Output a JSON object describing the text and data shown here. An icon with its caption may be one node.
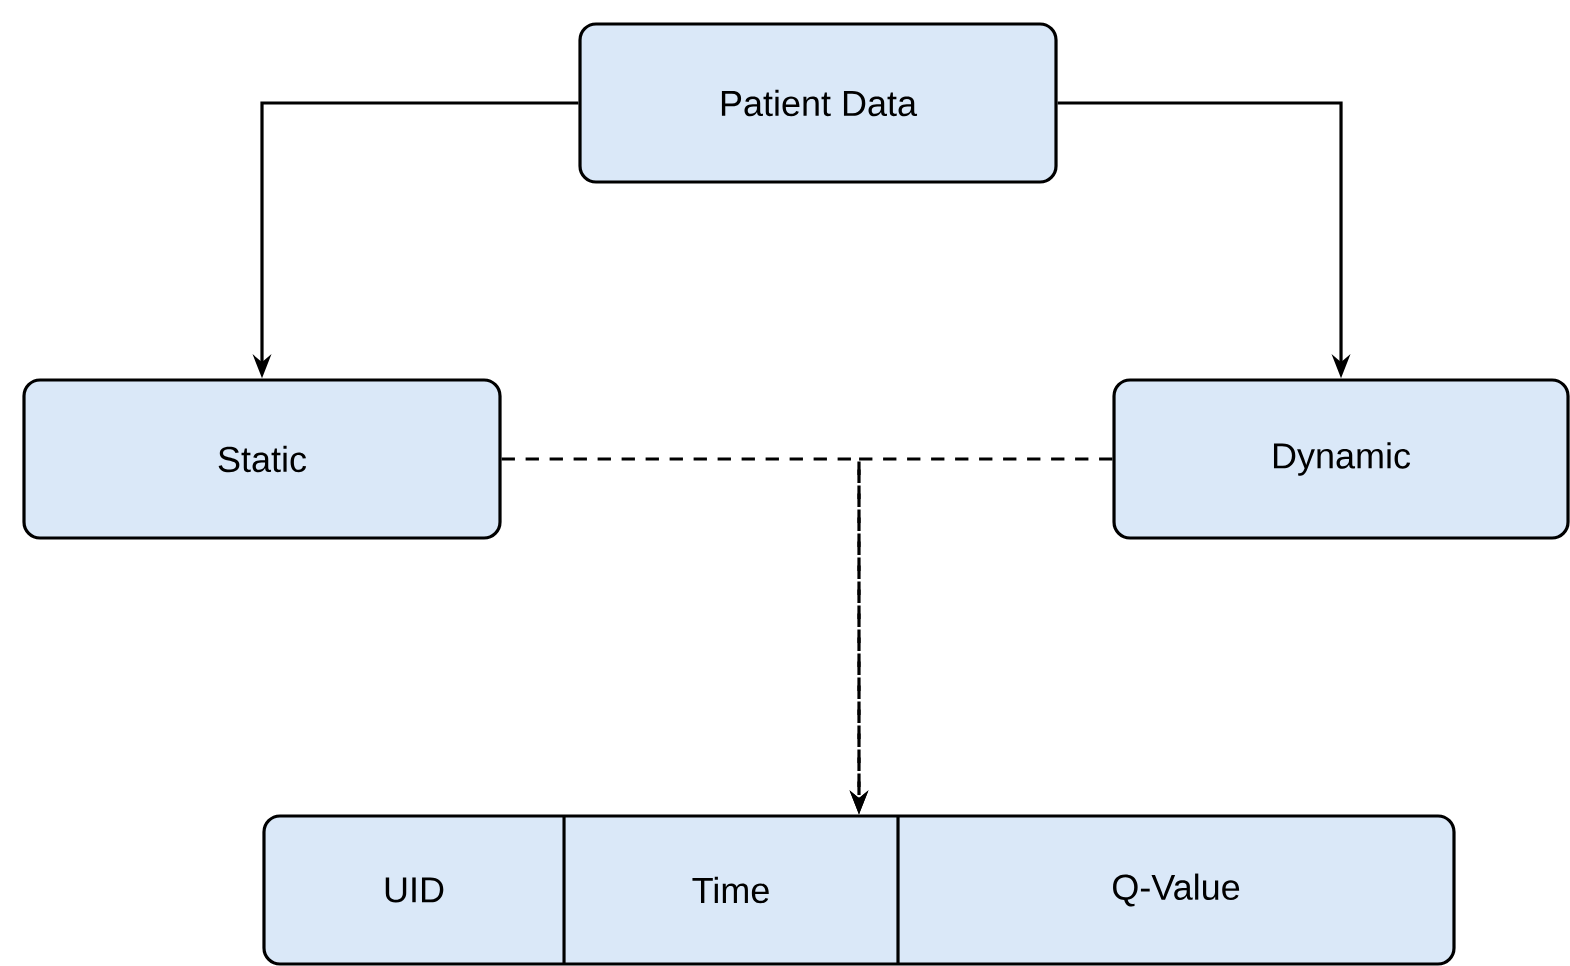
{
  "diagram": {
    "nodes": [
      {
        "text": [
          "Patient Data"
        ]
      },
      {
        "text": [
          "Static"
        ]
      },
      {
        "text": [
          "Dynamic"
        ]
      },
      {
        "text": [
          "UID",
          "Time",
          "Q-Value"
        ]
      }
    ],
    "edges": [
      {
        "from": 0,
        "to": 1,
        "arrow": "to"
      },
      {
        "from": 0,
        "to": 2,
        "arrow": "to"
      },
      {
        "from": 1,
        "to": 3,
        "arrow": "to",
        "style": "dashed"
      },
      {
        "from": 2,
        "to": 3,
        "arrow": "to",
        "style": "dashed"
      }
    ]
  }
}
